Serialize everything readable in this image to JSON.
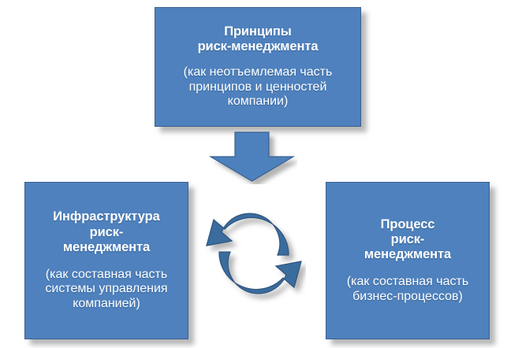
{
  "diagram": {
    "kind": "cycle-diagram",
    "colors": {
      "box_fill": "#4E81BD",
      "box_border": "#375F8F",
      "box_text": "#FFFFFF",
      "arrow_fill": "#3B6C9E",
      "arrow_border": "#2E5780",
      "shadow": "#BFBFBF",
      "background": "#FFFFFF"
    },
    "nodes": [
      {
        "id": "principles",
        "title": "Принципы\nриск-менеджмента",
        "subtitle": "(как неотъемлемая часть\nпринципов и ценностей\nкомпании)"
      },
      {
        "id": "infrastructure",
        "title": "Инфраструктура\nриск-\nменеджмента",
        "subtitle": "(как составная часть\nсистемы управления\nкомпанией)"
      },
      {
        "id": "process",
        "title": "Процесс\nриск-\nменеджмента",
        "subtitle": "(как составная часть\nбизнес-процессов)"
      }
    ],
    "connectors": [
      {
        "id": "down-arrow",
        "icon": "arrow-down-icon",
        "from": "principles",
        "to": "cycle"
      },
      {
        "id": "cycle-arrow-top",
        "icon": "circular-arrow-counterclockwise-icon",
        "from": "process",
        "to": "infrastructure"
      },
      {
        "id": "cycle-arrow-bottom",
        "icon": "circular-arrow-counterclockwise-icon",
        "from": "infrastructure",
        "to": "process"
      }
    ]
  }
}
